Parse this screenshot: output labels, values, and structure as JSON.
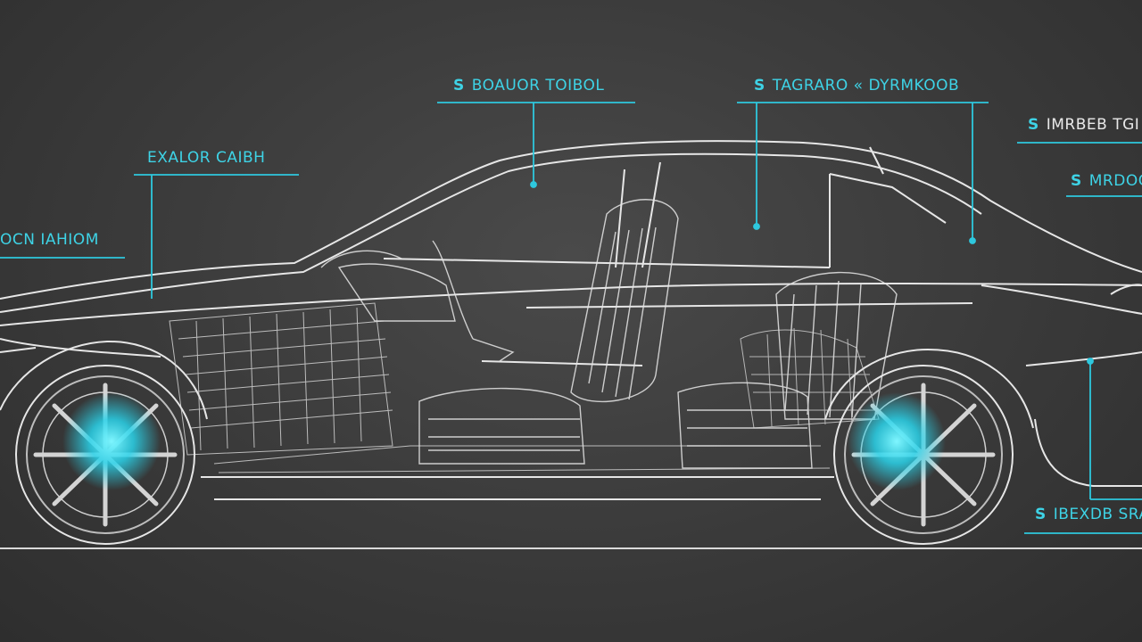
{
  "diagram": {
    "accent_color": "#3ed3e6",
    "line_color": "#e6e6e6",
    "background_color": "#3a3a3a",
    "labels": [
      {
        "id": "top-center",
        "marker": "S",
        "text": "BOAUOR TOIBOL"
      },
      {
        "id": "top-right",
        "marker": "S",
        "text": "TAGRARO « DYRMKOOB"
      },
      {
        "id": "far-right-top",
        "marker": "S",
        "text": "IMRBEB TGI"
      },
      {
        "id": "right-middle",
        "marker": "S",
        "text": "MRDOO"
      },
      {
        "id": "left-upper",
        "marker": "",
        "text": "EXALOR CAIBH"
      },
      {
        "id": "left-middle",
        "marker": "",
        "text": "OCN IAHIOM"
      },
      {
        "id": "bottom-right",
        "marker": "S",
        "text": "IBEXDB SRA"
      }
    ]
  }
}
